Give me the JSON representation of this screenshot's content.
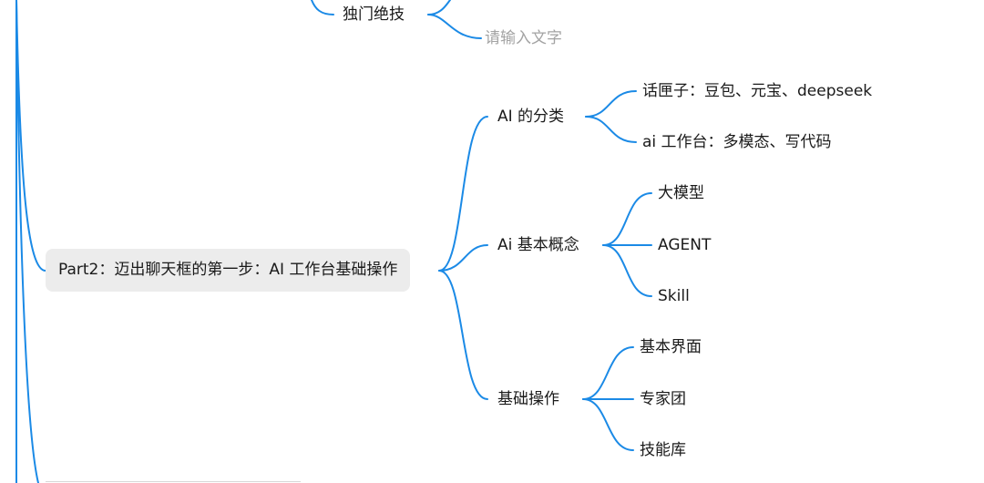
{
  "mindmap": {
    "partial_top": {
      "node": "独门绝技",
      "child_placeholder": "请输入文字"
    },
    "part2": {
      "label": "Part2：迈出聊天框的第一步：AI 工作台基础操作",
      "branches": [
        {
          "label": "AI 的分类",
          "children": [
            "话匣子：豆包、元宝、deepseek",
            "ai 工作台：多模态、写代码"
          ]
        },
        {
          "label": "Ai 基本概念",
          "children": [
            "大模型",
            "AGENT",
            "Skill"
          ]
        },
        {
          "label": "基础操作",
          "children": [
            "基本界面",
            "专家团",
            "技能库"
          ]
        }
      ]
    },
    "colors": {
      "connector": "#1b8ae6",
      "node_bg": "#ececec",
      "text": "#1a1a1a",
      "placeholder": "#a3a3a3"
    }
  }
}
